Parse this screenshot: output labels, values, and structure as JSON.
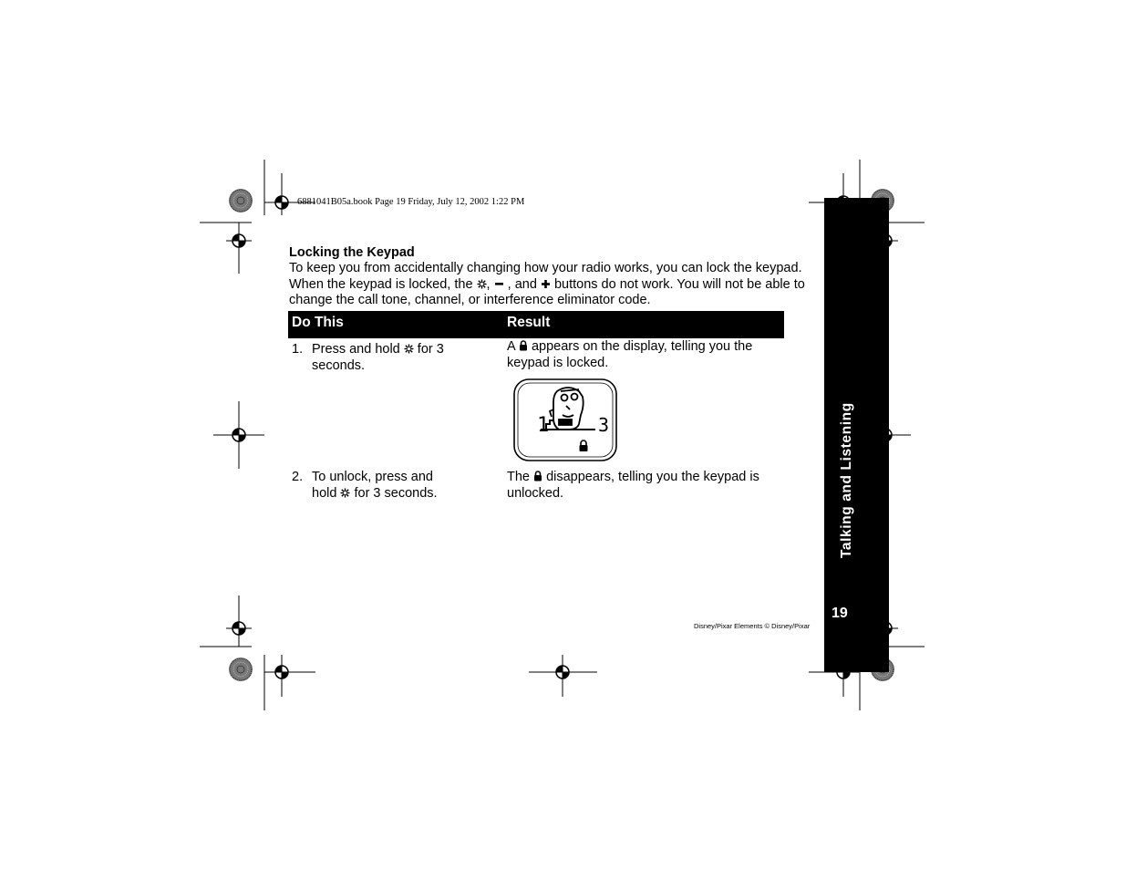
{
  "header": {
    "print_line": "6881041B05a.book  Page 19  Friday, July 12, 2002  1:22 PM"
  },
  "section": {
    "title": "Locking the Keypad",
    "intro_part1": "To keep you from accidentally changing how your radio works, you can lock the keypad. When the keypad is locked, the ",
    "intro_sep1": ",",
    "intro_sep2": ", and",
    "intro_part2": " buttons do not work. You will not be able to change the call tone, channel, or interference eliminator code."
  },
  "table": {
    "headers": [
      "Do This",
      "Result"
    ],
    "rows": [
      {
        "step_num": "1.",
        "step_text_a": "Press and hold",
        "step_text_b": "for 3",
        "step_text_c": "seconds.",
        "result_a": "A",
        "result_b": "appears on the display, telling you the keypad is locked."
      },
      {
        "step_num": "2.",
        "step_text_a": "To unlock, press and",
        "step_text_b": "hold",
        "step_text_c": "for 3 seconds.",
        "result_a": "The",
        "result_b": "disappears, telling you the keypad is unlocked."
      }
    ]
  },
  "display": {
    "channel": "1",
    "code": "3"
  },
  "sidebar": {
    "title": "Talking and Listening",
    "page_number": "19"
  },
  "footer": {
    "credit": "Disney/Pixar Elements © Disney/Pixar"
  },
  "icons": [
    "menu-star-icon",
    "minus-icon",
    "plus-icon",
    "lock-icon",
    "registration-mark-icon",
    "starburst-icon"
  ]
}
